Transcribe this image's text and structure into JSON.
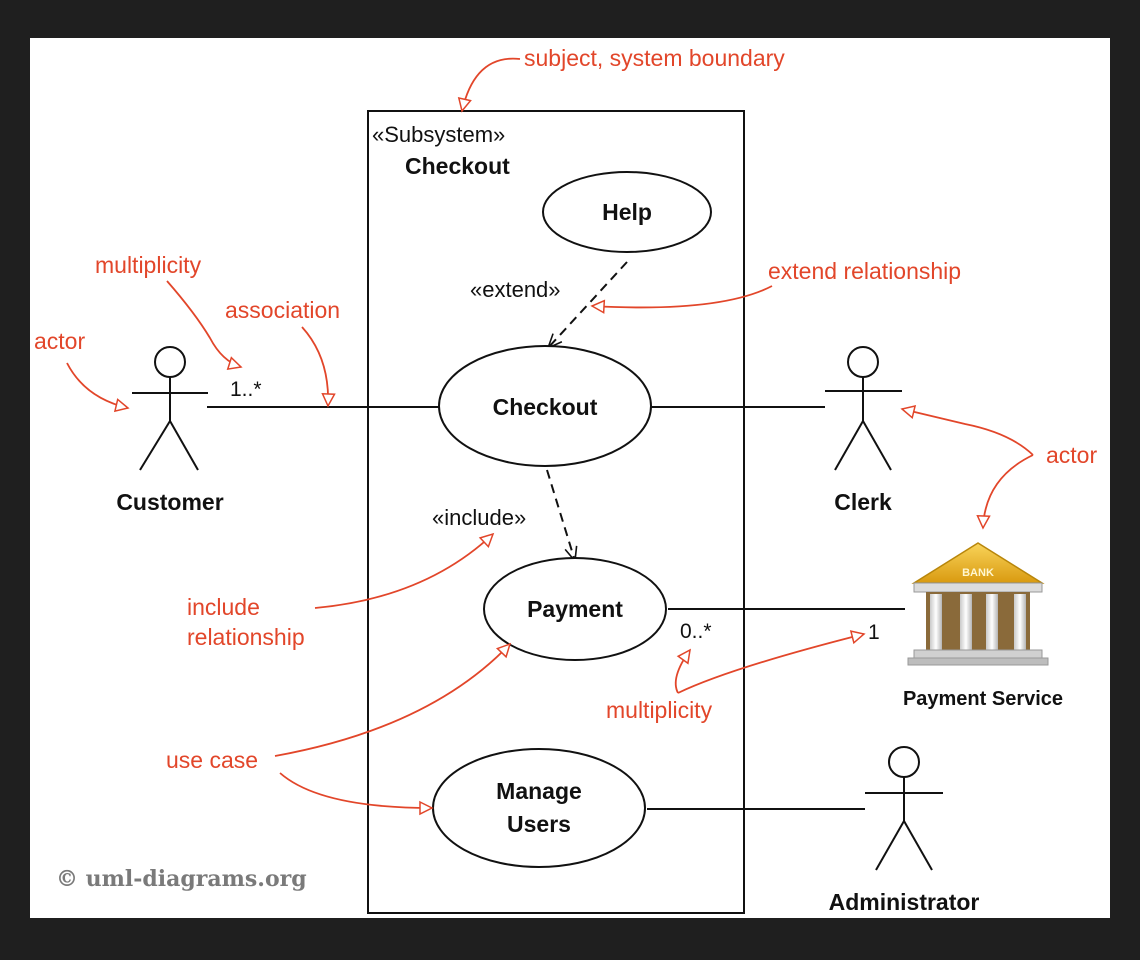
{
  "subsystem": {
    "stereotype": "«Subsystem»",
    "name": "Checkout"
  },
  "use_cases": {
    "help": "Help",
    "checkout": "Checkout",
    "payment": "Payment",
    "manage_users_line1": "Manage",
    "manage_users_line2": "Users"
  },
  "actors": {
    "customer": "Customer",
    "clerk": "Clerk",
    "payment_service": "Payment Service",
    "administrator": "Administrator"
  },
  "relationships": {
    "extend": "«extend»",
    "include": "«include»"
  },
  "multiplicities": {
    "customer_checkout": "1..*",
    "payment_side": "0..*",
    "service_side": "1"
  },
  "bank_sign": "BANK",
  "annotations": {
    "subject_boundary": "subject, system boundary",
    "multiplicity_top": "multiplicity",
    "association": "association",
    "actor_left": "actor",
    "extend_relationship": "extend relationship",
    "actor_right": "actor",
    "include_line1": "include",
    "include_line2": "relationship",
    "use_case": "use case",
    "multiplicity_bottom": "multiplicity"
  },
  "watermark": "© uml-diagrams.org",
  "colors": {
    "annotation": "#e2462a",
    "frame": "#1f1f1f",
    "ink": "#111111"
  }
}
